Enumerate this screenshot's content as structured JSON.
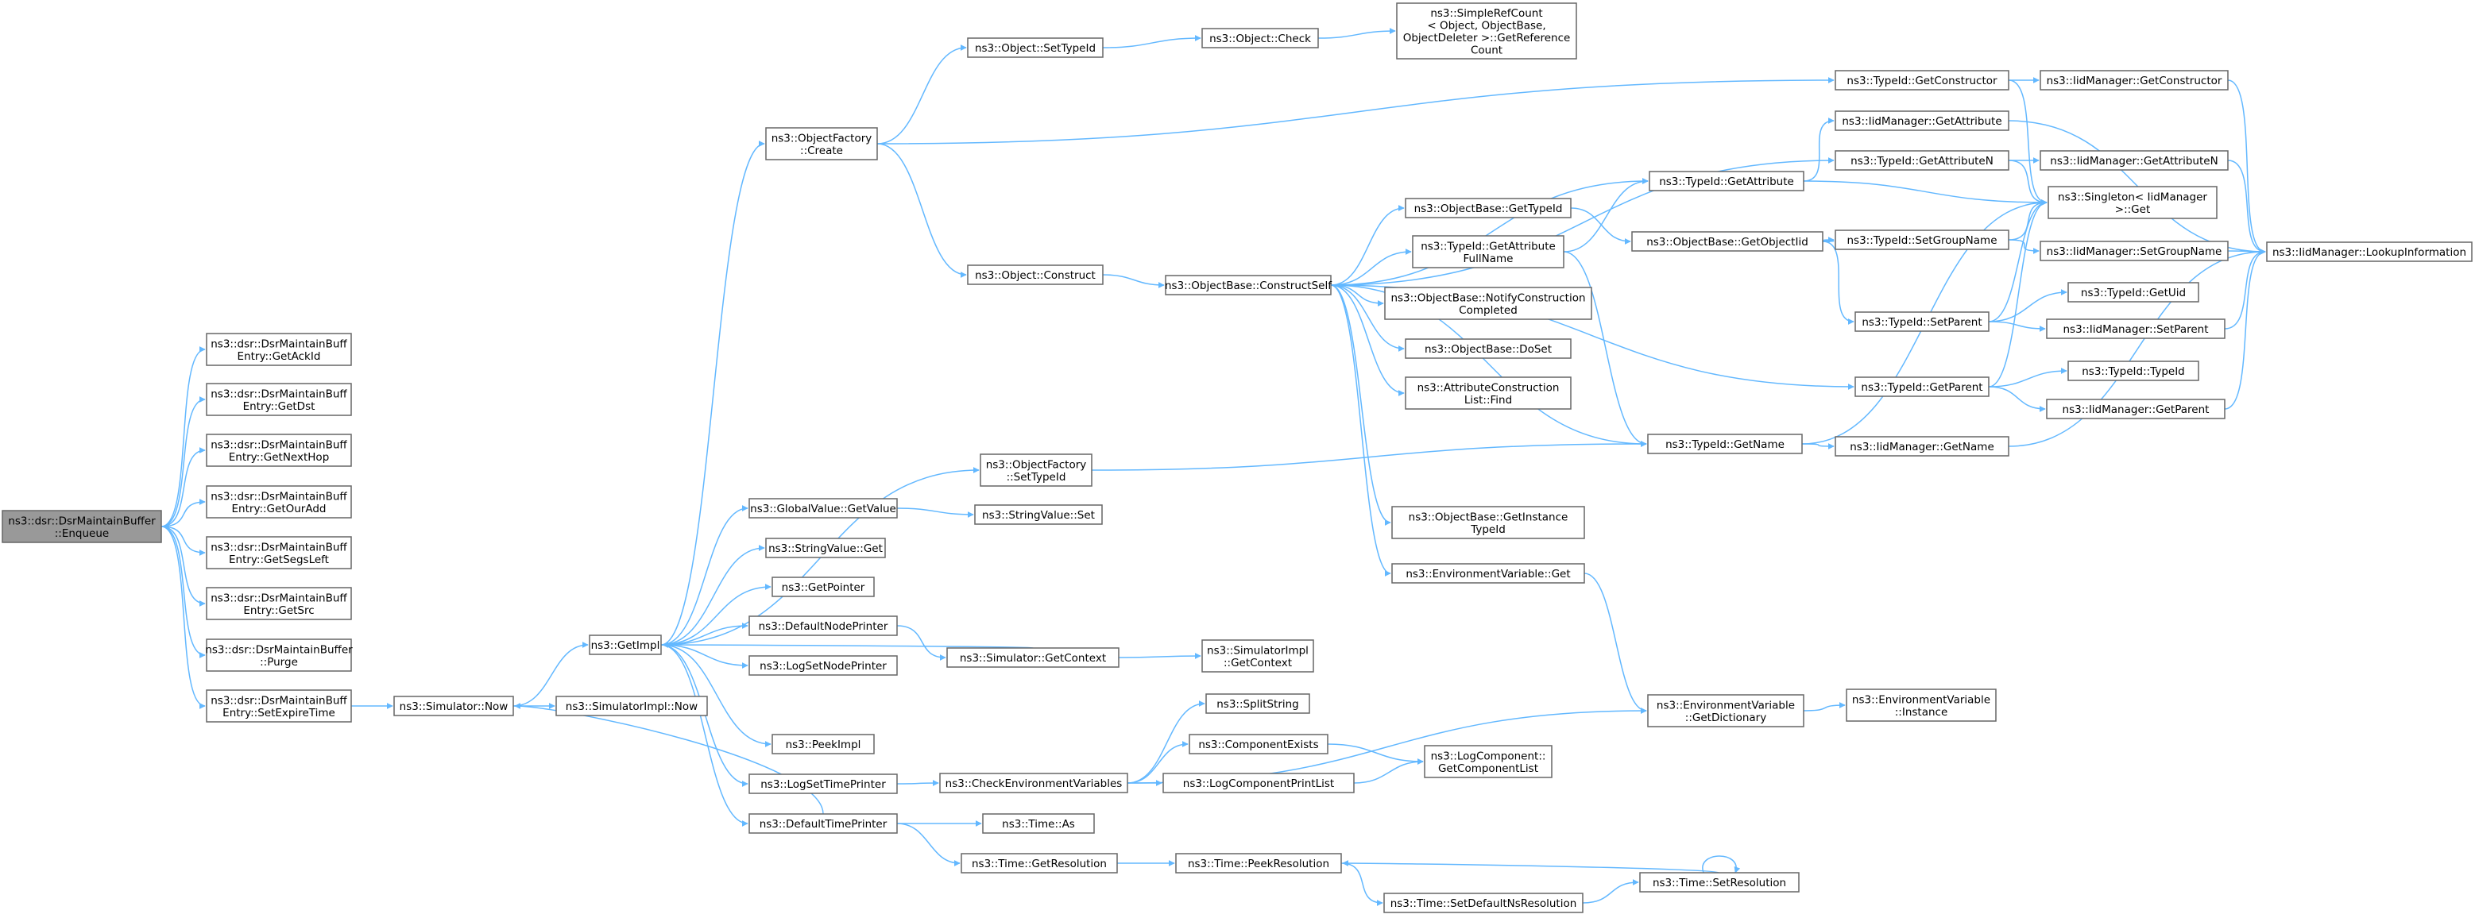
{
  "nodes": [
    {
      "id": "enqueue",
      "lines": [
        "ns3::dsr::DsrMaintainBuffer",
        "::Enqueue"
      ],
      "root": true
    },
    {
      "id": "getackid",
      "lines": [
        "ns3::dsr::DsrMaintainBuff",
        "Entry::GetAckId"
      ]
    },
    {
      "id": "getdst",
      "lines": [
        "ns3::dsr::DsrMaintainBuff",
        "Entry::GetDst"
      ]
    },
    {
      "id": "getnexthop",
      "lines": [
        "ns3::dsr::DsrMaintainBuff",
        "Entry::GetNextHop"
      ]
    },
    {
      "id": "getouradd",
      "lines": [
        "ns3::dsr::DsrMaintainBuff",
        "Entry::GetOurAdd"
      ]
    },
    {
      "id": "getsegsleft",
      "lines": [
        "ns3::dsr::DsrMaintainBuff",
        "Entry::GetSegsLeft"
      ]
    },
    {
      "id": "getsrc",
      "lines": [
        "ns3::dsr::DsrMaintainBuff",
        "Entry::GetSrc"
      ]
    },
    {
      "id": "purge",
      "lines": [
        "ns3::dsr::DsrMaintainBuffer",
        "::Purge"
      ]
    },
    {
      "id": "setexpiretime",
      "lines": [
        "ns3::dsr::DsrMaintainBuff",
        "Entry::SetExpireTime"
      ]
    },
    {
      "id": "simnow",
      "lines": [
        "ns3::Simulator::Now"
      ]
    },
    {
      "id": "getimpl",
      "lines": [
        "ns3::GetImpl"
      ]
    },
    {
      "id": "simimplnow",
      "lines": [
        "ns3::SimulatorImpl::Now"
      ]
    },
    {
      "id": "ofcreate",
      "lines": [
        "ns3::ObjectFactory",
        "::Create"
      ]
    },
    {
      "id": "ofsettypeid",
      "lines": [
        "ns3::ObjectFactory",
        "::SetTypeId"
      ]
    },
    {
      "id": "gvgetvalue",
      "lines": [
        "ns3::GlobalValue::GetValue"
      ]
    },
    {
      "id": "svget",
      "lines": [
        "ns3::StringValue::Get"
      ]
    },
    {
      "id": "getpointer",
      "lines": [
        "ns3::GetPointer"
      ]
    },
    {
      "id": "defnodeprinter",
      "lines": [
        "ns3::DefaultNodePrinter"
      ]
    },
    {
      "id": "logsetnodeprinter",
      "lines": [
        "ns3::LogSetNodePrinter"
      ]
    },
    {
      "id": "peekimpl",
      "lines": [
        "ns3::PeekImpl"
      ]
    },
    {
      "id": "logsettimeprinter",
      "lines": [
        "ns3::LogSetTimePrinter"
      ]
    },
    {
      "id": "deftimeprinter",
      "lines": [
        "ns3::DefaultTimePrinter"
      ]
    },
    {
      "id": "objsettypeid",
      "lines": [
        "ns3::Object::SetTypeId"
      ]
    },
    {
      "id": "objcheck",
      "lines": [
        "ns3::Object::Check"
      ]
    },
    {
      "id": "srcgetref",
      "lines": [
        "ns3::SimpleRefCount",
        "< Object, ObjectBase,",
        "ObjectDeleter >::GetReference",
        "Count"
      ]
    },
    {
      "id": "objconstruct",
      "lines": [
        "ns3::Object::Construct"
      ]
    },
    {
      "id": "obconstructself",
      "lines": [
        "ns3::ObjectBase::ConstructSelf"
      ]
    },
    {
      "id": "svset",
      "lines": [
        "ns3::StringValue::Set"
      ]
    },
    {
      "id": "simgetcontext",
      "lines": [
        "ns3::Simulator::GetContext"
      ]
    },
    {
      "id": "simimplgetcontext",
      "lines": [
        "ns3::SimulatorImpl",
        "::GetContext"
      ]
    },
    {
      "id": "checkenv",
      "lines": [
        "ns3::CheckEnvironmentVariables"
      ]
    },
    {
      "id": "timeas",
      "lines": [
        "ns3::Time::As"
      ]
    },
    {
      "id": "timegetres",
      "lines": [
        "ns3::Time::GetResolution"
      ]
    },
    {
      "id": "obgettypeid",
      "lines": [
        "ns3::ObjectBase::GetTypeId"
      ]
    },
    {
      "id": "tidgetattrfull",
      "lines": [
        "ns3::TypeId::GetAttribute",
        "FullName"
      ]
    },
    {
      "id": "obnotify",
      "lines": [
        "ns3::ObjectBase::NotifyConstruction",
        "Completed"
      ]
    },
    {
      "id": "obdoset",
      "lines": [
        "ns3::ObjectBase::DoSet"
      ]
    },
    {
      "id": "acfind",
      "lines": [
        "ns3::AttributeConstruction",
        "List::Find"
      ]
    },
    {
      "id": "obgetinstance",
      "lines": [
        "ns3::ObjectBase::GetInstance",
        "TypeId"
      ]
    },
    {
      "id": "envget",
      "lines": [
        "ns3::EnvironmentVariable::Get"
      ]
    },
    {
      "id": "splitstring",
      "lines": [
        "ns3::SplitString"
      ]
    },
    {
      "id": "compexists",
      "lines": [
        "ns3::ComponentExists"
      ]
    },
    {
      "id": "logcompprintlist",
      "lines": [
        "ns3::LogComponentPrintList"
      ]
    },
    {
      "id": "timepeekres",
      "lines": [
        "ns3::Time::PeekResolution"
      ]
    },
    {
      "id": "timesetdefns",
      "lines": [
        "ns3::Time::SetDefaultNsResolution"
      ]
    },
    {
      "id": "tidgetattr",
      "lines": [
        "ns3::TypeId::GetAttribute"
      ]
    },
    {
      "id": "obgetobjectiid",
      "lines": [
        "ns3::ObjectBase::GetObjectIid"
      ]
    },
    {
      "id": "tidgetname",
      "lines": [
        "ns3::TypeId::GetName"
      ]
    },
    {
      "id": "envgetdict",
      "lines": [
        "ns3::EnvironmentVariable",
        "::GetDictionary"
      ]
    },
    {
      "id": "logcompgetlist",
      "lines": [
        "ns3::LogComponent::",
        "GetComponentList"
      ]
    },
    {
      "id": "timesetres",
      "lines": [
        "ns3::Time::SetResolution"
      ]
    },
    {
      "id": "tidgetconstructor",
      "lines": [
        "ns3::TypeId::GetConstructor"
      ]
    },
    {
      "id": "iidgetattr",
      "lines": [
        "ns3::IidManager::GetAttribute"
      ]
    },
    {
      "id": "tidgetattrn",
      "lines": [
        "ns3::TypeId::GetAttributeN"
      ]
    },
    {
      "id": "tidsetgroupname",
      "lines": [
        "ns3::TypeId::SetGroupName"
      ]
    },
    {
      "id": "tidsetparent",
      "lines": [
        "ns3::TypeId::SetParent"
      ]
    },
    {
      "id": "tidgetparent",
      "lines": [
        "ns3::TypeId::GetParent"
      ]
    },
    {
      "id": "iidgetname",
      "lines": [
        "ns3::IidManager::GetName"
      ]
    },
    {
      "id": "envinstance",
      "lines": [
        "ns3::EnvironmentVariable",
        "::Instance"
      ]
    },
    {
      "id": "iidgetconstructor",
      "lines": [
        "ns3::IidManager::GetConstructor"
      ]
    },
    {
      "id": "iidgetattrn",
      "lines": [
        "ns3::IidManager::GetAttributeN"
      ]
    },
    {
      "id": "singletonget",
      "lines": [
        "ns3::Singleton< IidManager",
        " >::Get"
      ]
    },
    {
      "id": "iidsetgroupname",
      "lines": [
        "ns3::IidManager::SetGroupName"
      ]
    },
    {
      "id": "tidgetuid",
      "lines": [
        "ns3::TypeId::GetUid"
      ]
    },
    {
      "id": "iidsetparent",
      "lines": [
        "ns3::IidManager::SetParent"
      ]
    },
    {
      "id": "tidtypeid",
      "lines": [
        "ns3::TypeId::TypeId"
      ]
    },
    {
      "id": "iidgetparent",
      "lines": [
        "ns3::IidManager::GetParent"
      ]
    },
    {
      "id": "iidlookup",
      "lines": [
        "ns3::IidManager::LookupInformation"
      ]
    }
  ],
  "edges": [
    [
      "enqueue",
      "getackid"
    ],
    [
      "enqueue",
      "getdst"
    ],
    [
      "enqueue",
      "getnexthop"
    ],
    [
      "enqueue",
      "getouradd"
    ],
    [
      "enqueue",
      "getsegsleft"
    ],
    [
      "enqueue",
      "getsrc"
    ],
    [
      "enqueue",
      "purge"
    ],
    [
      "enqueue",
      "setexpiretime"
    ],
    [
      "setexpiretime",
      "simnow"
    ],
    [
      "simnow",
      "getimpl"
    ],
    [
      "simnow",
      "simimplnow"
    ],
    [
      "getimpl",
      "ofcreate"
    ],
    [
      "getimpl",
      "ofsettypeid"
    ],
    [
      "getimpl",
      "gvgetvalue"
    ],
    [
      "getimpl",
      "svget"
    ],
    [
      "getimpl",
      "getpointer"
    ],
    [
      "getimpl",
      "defnodeprinter"
    ],
    [
      "getimpl",
      "logsetnodeprinter"
    ],
    [
      "getimpl",
      "peekimpl"
    ],
    [
      "getimpl",
      "logsettimeprinter"
    ],
    [
      "getimpl",
      "deftimeprinter"
    ],
    [
      "ofcreate",
      "objsettypeid"
    ],
    [
      "ofcreate",
      "objconstruct"
    ],
    [
      "ofcreate",
      "tidgetconstructor"
    ],
    [
      "objsettypeid",
      "objcheck"
    ],
    [
      "objcheck",
      "srcgetref"
    ],
    [
      "objconstruct",
      "obconstructself"
    ],
    [
      "gvgetvalue",
      "svset"
    ],
    [
      "defnodeprinter",
      "simgetcontext"
    ],
    [
      "simgetcontext",
      "simimplgetcontext"
    ],
    [
      "simgetcontext",
      "getimpl"
    ],
    [
      "logsettimeprinter",
      "checkenv"
    ],
    [
      "deftimeprinter",
      "simnow"
    ],
    [
      "deftimeprinter",
      "timeas"
    ],
    [
      "deftimeprinter",
      "timegetres"
    ],
    [
      "ofsettypeid",
      "tidgetname"
    ],
    [
      "obconstructself",
      "obgettypeid"
    ],
    [
      "obconstructself",
      "tidgetattrfull"
    ],
    [
      "obconstructself",
      "obnotify"
    ],
    [
      "obconstructself",
      "obdoset"
    ],
    [
      "obconstructself",
      "acfind"
    ],
    [
      "obconstructself",
      "obgetinstance"
    ],
    [
      "obconstructself",
      "envget"
    ],
    [
      "obconstructself",
      "tidgetattr"
    ],
    [
      "obconstructself",
      "tidgetattrn"
    ],
    [
      "obconstructself",
      "tidgetname"
    ],
    [
      "obconstructself",
      "tidgetparent"
    ],
    [
      "checkenv",
      "splitstring"
    ],
    [
      "checkenv",
      "compexists"
    ],
    [
      "checkenv",
      "logcompprintlist"
    ],
    [
      "checkenv",
      "envgetdict"
    ],
    [
      "compexists",
      "logcompgetlist"
    ],
    [
      "logcompprintlist",
      "logcompgetlist"
    ],
    [
      "timegetres",
      "timepeekres"
    ],
    [
      "timepeekres",
      "timesetdefns"
    ],
    [
      "timesetdefns",
      "timesetres"
    ],
    [
      "timesetres",
      "timepeekres"
    ],
    [
      "timesetres",
      "timesetres"
    ],
    [
      "obgettypeid",
      "obgetobjectiid"
    ],
    [
      "tidgetattrfull",
      "tidgetattr"
    ],
    [
      "tidgetattrfull",
      "tidgetname"
    ],
    [
      "envget",
      "envgetdict"
    ],
    [
      "envgetdict",
      "envinstance"
    ],
    [
      "tidgetattr",
      "iidgetattr"
    ],
    [
      "tidgetattr",
      "singletonget"
    ],
    [
      "obgetobjectiid",
      "tidsetgroupname"
    ],
    [
      "obgetobjectiid",
      "tidsetparent"
    ],
    [
      "tidgetname",
      "iidgetname"
    ],
    [
      "tidgetname",
      "singletonget"
    ],
    [
      "tidgetconstructor",
      "iidgetconstructor"
    ],
    [
      "tidgetconstructor",
      "singletonget"
    ],
    [
      "iidgetattr",
      "iidlookup"
    ],
    [
      "tidgetattrn",
      "iidgetattrn"
    ],
    [
      "tidgetattrn",
      "singletonget"
    ],
    [
      "tidsetgroupname",
      "singletonget"
    ],
    [
      "tidsetgroupname",
      "iidsetgroupname"
    ],
    [
      "tidsetparent",
      "singletonget"
    ],
    [
      "tidsetparent",
      "tidgetuid"
    ],
    [
      "tidsetparent",
      "iidsetparent"
    ],
    [
      "tidgetparent",
      "singletonget"
    ],
    [
      "tidgetparent",
      "tidtypeid"
    ],
    [
      "tidgetparent",
      "iidgetparent"
    ],
    [
      "iidgetname",
      "iidlookup"
    ],
    [
      "iidgetconstructor",
      "iidlookup"
    ],
    [
      "iidgetattrn",
      "iidlookup"
    ],
    [
      "iidsetgroupname",
      "iidlookup"
    ],
    [
      "iidsetparent",
      "iidlookup"
    ],
    [
      "iidgetparent",
      "iidlookup"
    ]
  ],
  "colors": {
    "edge": "#63b8ff",
    "node_border": "#666666",
    "root_fill": "#999999",
    "node_fill": "#ffffff"
  }
}
